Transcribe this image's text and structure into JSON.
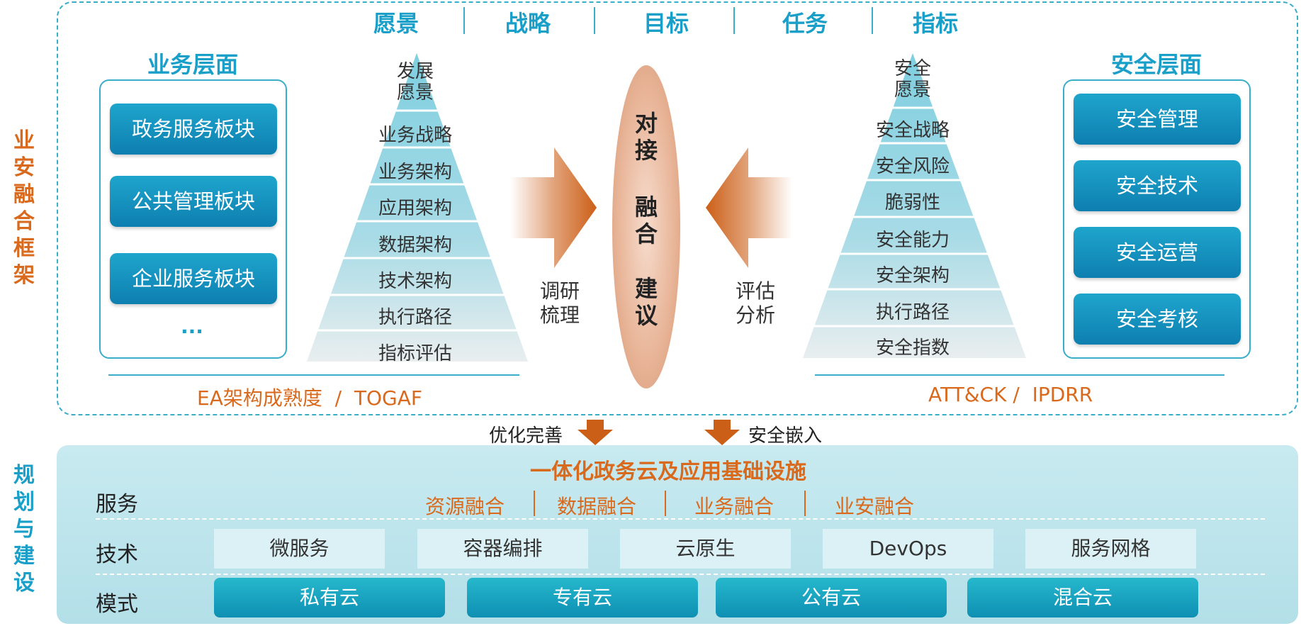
{
  "side_labels": {
    "top": [
      "业",
      "安",
      "融",
      "合",
      "框",
      "架"
    ],
    "bottom": [
      "规",
      "划",
      "与",
      "建",
      "设"
    ]
  },
  "top_nav": [
    "愿景",
    "战略",
    "目标",
    "任务",
    "指标"
  ],
  "business": {
    "title": "业务层面",
    "items": [
      "政务服务板块",
      "公共管理板块",
      "企业服务板块"
    ],
    "more": "..."
  },
  "security": {
    "title": "安全层面",
    "items": [
      "安全管理",
      "安全技术",
      "安全运营",
      "安全考核"
    ]
  },
  "left_pyramid": {
    "apex": [
      "发展",
      "愿景"
    ],
    "layers": [
      "业务战略",
      "业务架构",
      "应用架构",
      "数据架构",
      "技术架构",
      "执行路径",
      "指标评估"
    ]
  },
  "right_pyramid": {
    "apex": [
      "安全",
      "愿景"
    ],
    "layers": [
      "安全战略",
      "安全风险",
      "脆弱性",
      "安全能力",
      "安全架构",
      "执行路径",
      "安全指数"
    ]
  },
  "left_standard": "EA架构成熟度  /  TOGAF",
  "right_standard": "ATT&CK /  IPDRR",
  "left_arrow_text": [
    "调研",
    "梳理"
  ],
  "right_arrow_text": [
    "评估",
    "分析"
  ],
  "center_oval": [
    "对",
    "接",
    "融",
    "合",
    "建",
    "议"
  ],
  "down_left_text": "优化完善",
  "down_right_text": "安全嵌入",
  "bottom": {
    "title": "一体化政务云及应用基础设施",
    "rows": {
      "service": "服务",
      "tech": "技术",
      "mode": "模式"
    },
    "services": [
      "资源融合",
      "数据融合",
      "业务融合",
      "业安融合"
    ],
    "tech_items": [
      "微服务",
      "容器编排",
      "云原生",
      "DevOps",
      "服务网格"
    ],
    "mode_items": [
      "私有云",
      "专有云",
      "公有云",
      "混合云"
    ]
  },
  "colors": {
    "accent_blue": "#1a9fc9",
    "accent_orange": "#d9691c",
    "button_blue": "#0e7fb0"
  }
}
